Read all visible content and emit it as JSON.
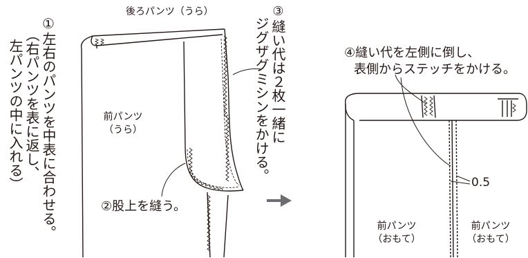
{
  "left_panel": {
    "label_back_pants": "後ろパンツ（うら）",
    "step1_line1": "①",
    "step1_line2": "左右のパンツを中表に合わせる。",
    "step1_note1": "（右パンツを表に返し、",
    "step1_note2": "左パンツの中に入れる）",
    "label_front_pants_line1": "前パンツ",
    "label_front_pants_line2": "（うら）",
    "step2": "②股上を縫う。",
    "step3_number": "③",
    "step3_line1": "縫い代は２枚一緒に",
    "step3_line2": "ジグザグミシンをかける。"
  },
  "right_panel": {
    "step4_line1": "④縫い代を左側に倒し、",
    "step4_line2": "表側からステッチをかける。",
    "measure": "0.5",
    "label_front_left_line1": "前パンツ",
    "label_front_left_line2": "（おもて）",
    "label_front_right_line1": "前パンツ",
    "label_front_right_line2": "（おもて）"
  },
  "arrow": {
    "icon": "arrow-right-icon",
    "color": "#6d6e71"
  },
  "colors": {
    "ink": "#231815",
    "arrow": "#6d6e71"
  }
}
